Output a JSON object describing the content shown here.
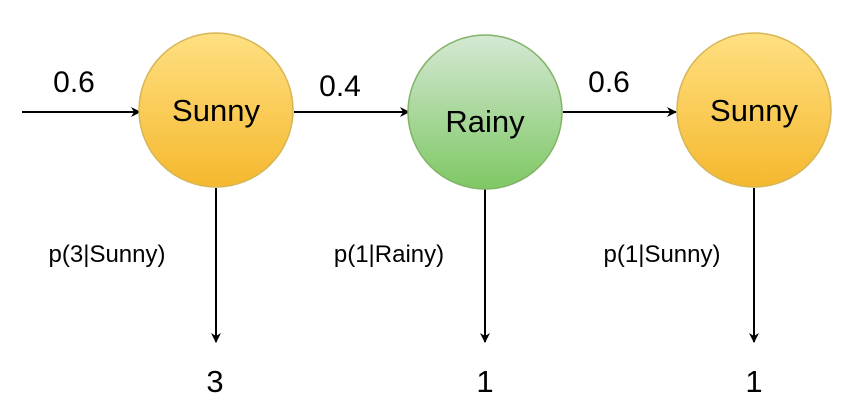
{
  "diagram": {
    "initial": {
      "probability": "0.6"
    },
    "states": [
      {
        "label": "Sunny",
        "fill_top": "#ffe082",
        "fill_bottom": "#f5b82e",
        "stroke": "#d6b656"
      },
      {
        "label": "Rainy",
        "fill_top": "#d5e8d4",
        "fill_bottom": "#7ec864",
        "stroke": "#82b366"
      },
      {
        "label": "Sunny",
        "fill_top": "#ffe082",
        "fill_bottom": "#f5b82e",
        "stroke": "#d6b656"
      }
    ],
    "transitions": [
      {
        "probability": "0.4"
      },
      {
        "probability": "0.6"
      }
    ],
    "emissions": [
      {
        "probability": "p(3|Sunny)",
        "observation": "3"
      },
      {
        "probability": "p(1|Rainy)",
        "observation": "1"
      },
      {
        "probability": "p(1|Sunny)",
        "observation": "1"
      }
    ]
  }
}
